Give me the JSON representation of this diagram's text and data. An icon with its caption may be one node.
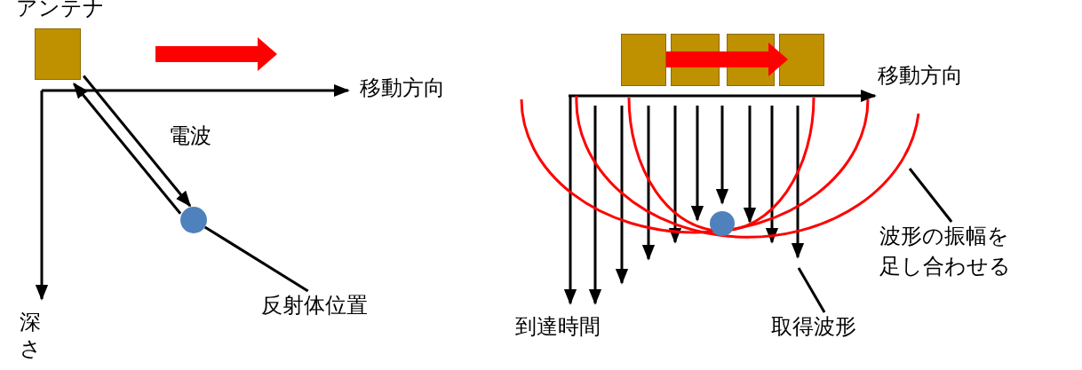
{
  "diagram": {
    "nodes": [
      {
        "text": [
          "アンテナ"
        ]
      },
      {
        "text": [],
        "shape": "circle"
      },
      {
        "text": [
          "反射体位置"
        ]
      },
      {
        "text": [],
        "shape": "box"
      },
      {
        "text": [],
        "shape": "box"
      },
      {
        "text": [],
        "shape": "box"
      },
      {
        "text": [],
        "shape": "box"
      },
      {
        "text": [],
        "shape": "circle"
      },
      {
        "text": [
          "波形の振幅を足し合わせる"
        ]
      },
      {
        "text": [
          "取得波形"
        ]
      }
    ],
    "edges": [
      {
        "from": 0,
        "to": 1,
        "arrow": "to"
      },
      {
        "from": 1,
        "to": 0,
        "arrow": "to"
      },
      {
        "from": 2,
        "to": 1,
        "arrow": "none"
      },
      {
        "from": 8,
        "to": null,
        "arrow": "none"
      },
      {
        "from": 9,
        "to": null,
        "arrow": "none"
      }
    ],
    "labels": [
      "移動方向",
      "電波",
      "深さ",
      "移動方向",
      "到達時間"
    ]
  }
}
